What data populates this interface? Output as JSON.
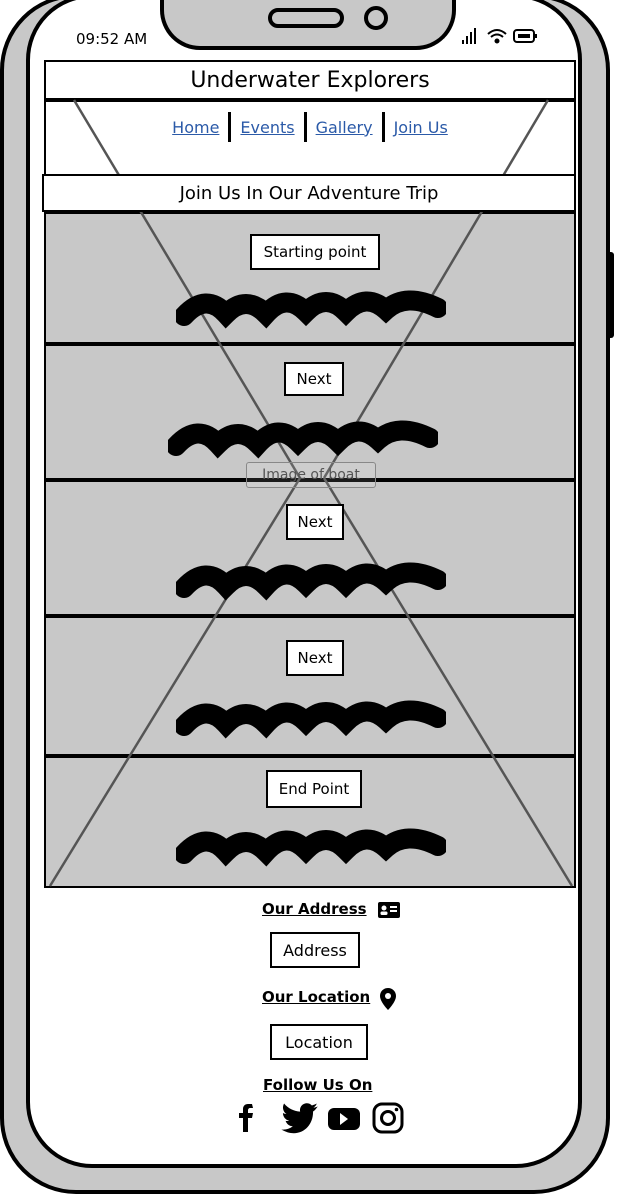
{
  "status_bar": {
    "time": "09:52 AM"
  },
  "header": {
    "title": "Underwater Explorers"
  },
  "nav": {
    "items": [
      "Home",
      "Events",
      "Gallery",
      "Join Us"
    ]
  },
  "page": {
    "subtitle": "Join Us In Our Adventure Trip"
  },
  "trip_steps": [
    {
      "label": "Starting point"
    },
    {
      "label": "Next"
    },
    {
      "label": "Next"
    },
    {
      "label": "Next"
    },
    {
      "label": "End Point"
    }
  ],
  "image_placeholder": {
    "label": "Image of boat"
  },
  "footer": {
    "address_heading": "Our Address",
    "address_box": "Address",
    "location_heading": "Our Location",
    "location_box": "Location",
    "follow_heading": "Follow Us On"
  },
  "icons": {
    "social": [
      "facebook-icon",
      "twitter-icon",
      "youtube-icon",
      "instagram-icon"
    ],
    "address": "id-card-icon",
    "location": "map-pin-icon"
  },
  "colors": {
    "link": "#2b5aa8",
    "section_fill": "#c8c8c8"
  }
}
